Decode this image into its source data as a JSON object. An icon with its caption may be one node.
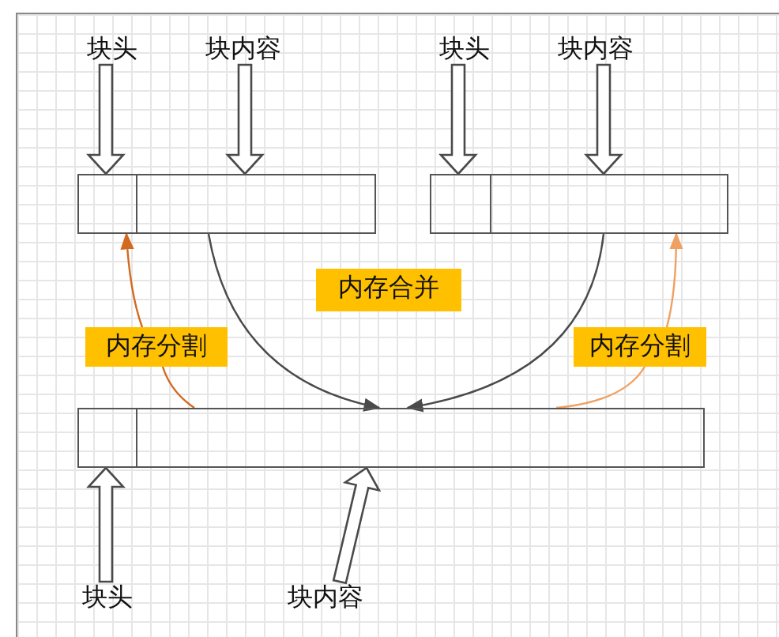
{
  "diagram": {
    "nodes": [
      {
        "text": [
          "块头"
        ]
      },
      {
        "text": [
          "块内容"
        ]
      },
      {
        "text": [
          "块头"
        ]
      },
      {
        "text": [
          "块内容"
        ]
      },
      {
        "text": [],
        "shape": "box"
      },
      {
        "text": [],
        "shape": "box"
      },
      {
        "text": [],
        "shape": "box"
      },
      {
        "text": [],
        "shape": "box"
      },
      {
        "text": [
          "内存合并"
        ]
      },
      {
        "text": [],
        "shape": "box"
      },
      {
        "text": [],
        "shape": "box"
      },
      {
        "text": [
          "块头"
        ]
      },
      {
        "text": [
          "块内容"
        ]
      },
      {
        "text": [
          "内存分割"
        ]
      },
      {
        "text": [
          "内存分割"
        ]
      }
    ],
    "edges": [
      {
        "from": 0,
        "to": 4,
        "arrow": "to",
        "style": "thick"
      },
      {
        "from": 1,
        "to": 5,
        "arrow": "to",
        "style": "thick"
      },
      {
        "from": 2,
        "to": 6,
        "arrow": "to",
        "style": "thick"
      },
      {
        "from": 3,
        "to": 7,
        "arrow": "to",
        "style": "thick"
      },
      {
        "from": 5,
        "to": 10,
        "arrow": "to"
      },
      {
        "from": 7,
        "to": 10,
        "arrow": "to"
      },
      {
        "from": 10,
        "to": 13,
        "arrow": "none",
        "color": "#d2691e"
      },
      {
        "from": 13,
        "to": 4,
        "arrow": "to",
        "color": "#d2691e"
      },
      {
        "from": 10,
        "to": 14,
        "arrow": "none",
        "color": "#f0a060"
      },
      {
        "from": 14,
        "to": 7,
        "arrow": "to",
        "color": "#f0a060"
      },
      {
        "from": 11,
        "to": 9,
        "arrow": "to",
        "style": "thick"
      },
      {
        "from": 12,
        "to": 10,
        "arrow": "to",
        "style": "thick"
      }
    ]
  }
}
